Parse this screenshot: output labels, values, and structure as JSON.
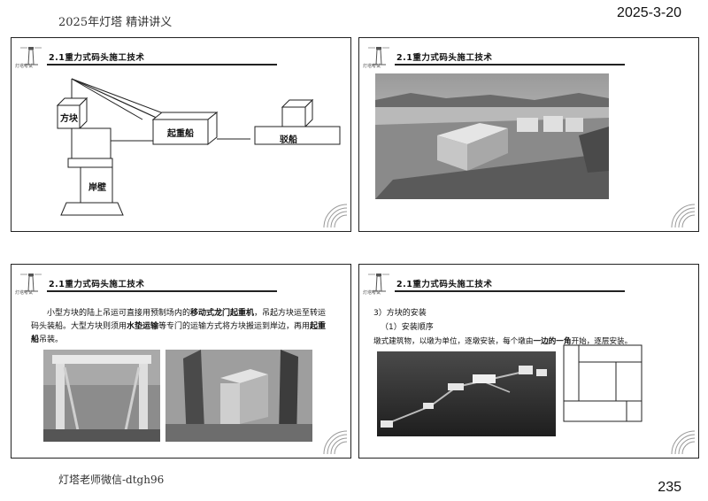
{
  "page": {
    "header_left": "2025年灯塔  精讲讲义",
    "header_right": "2025-3-20",
    "footer_left": "灯塔老师微信-dtgh96",
    "page_number": "235"
  },
  "slide_title": "2.1重力式码头施工技术",
  "logo_text": "灯塔考试",
  "slide1": {
    "block_label": "方块",
    "crane_label": "起重船",
    "barge_label": "驳船",
    "wall_label": "岸壁"
  },
  "slide3": {
    "para_prefix": "小型方块的陆上吊运可直接用预制场内的",
    "para_bold1": "移动式龙门起重机",
    "para_mid1": "，吊起方块运至转运码头装船。大型方块则须用",
    "para_bold2": "水垫运输",
    "para_mid2": "等专门的运输方式将方块搬运到岸边，再用",
    "para_bold3": "起重船",
    "para_end": "吊装。"
  },
  "slide4": {
    "heading": "3）方块的安装",
    "subheading": "（1）安装顺序",
    "para_prefix": "墩式建筑物，以墩为单位，逐墩安装，每个墩由",
    "para_bold": "一边的一角",
    "para_end": "开始，逐层安装。"
  },
  "colors": {
    "border": "#222222",
    "photo_dark": "#3a3a3a",
    "photo_light": "#cfcfcf"
  },
  "icons": [
    "lighthouse-logo-icon",
    "swirl-decoration-icon"
  ]
}
